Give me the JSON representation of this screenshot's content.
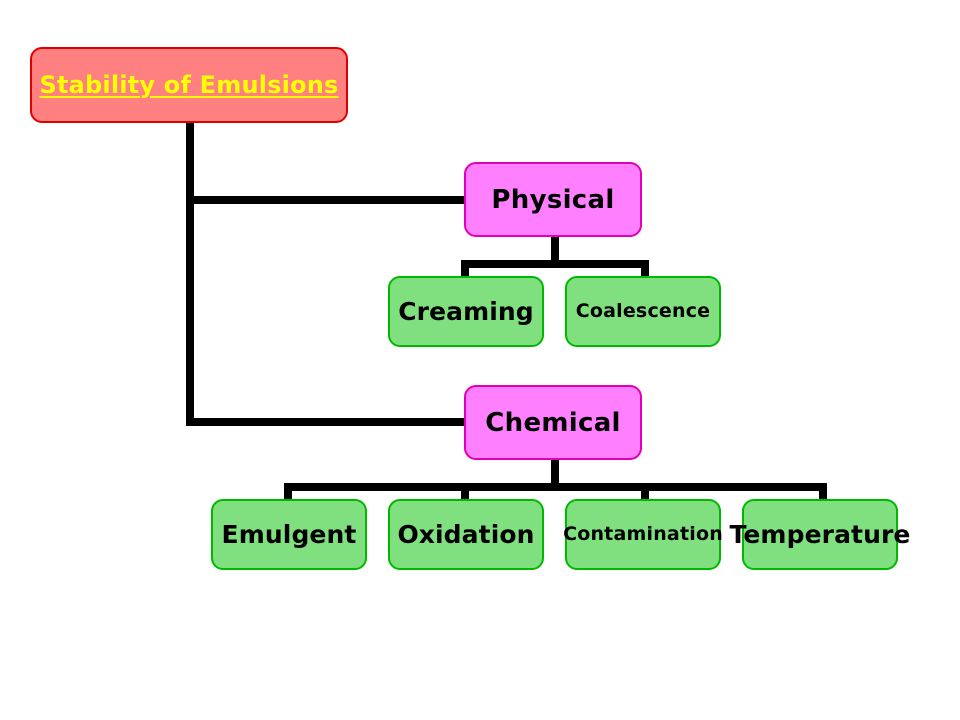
{
  "diagram": {
    "root": {
      "label": "Stability of Emulsions"
    },
    "physical": {
      "label": "Physical",
      "children": [
        {
          "label": "Creaming"
        },
        {
          "label": "Coalescence"
        }
      ]
    },
    "chemical": {
      "label": "Chemical",
      "children": [
        {
          "label": "Emulgent"
        },
        {
          "label": "Oxidation"
        },
        {
          "label": "Contamination"
        },
        {
          "label": "Temperature"
        }
      ]
    }
  },
  "colors": {
    "root_fill": "#ff8080",
    "root_border": "#e00000",
    "root_text": "#ffff00",
    "category_fill": "#ff80ff",
    "category_border": "#e000b8",
    "leaf_fill": "#80e080",
    "leaf_border": "#00b800",
    "connector": "#000000",
    "background": "#ffffff"
  }
}
